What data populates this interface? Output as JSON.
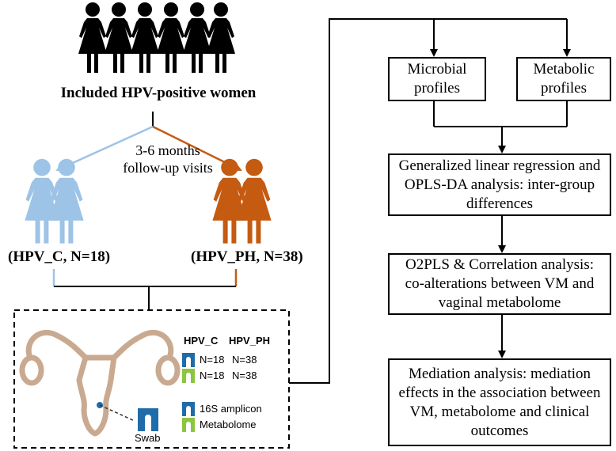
{
  "cohort": {
    "title": "Included HPV-positive women"
  },
  "followup": {
    "line1": "3-6 months",
    "line2": "follow-up visits"
  },
  "groups": {
    "control_label": "(HPV_C, N=18)",
    "persistence_label": "(HPV_PH, N=38)"
  },
  "sampling": {
    "col_c": "HPV_C",
    "col_ph": "HPV_PH",
    "row1": {
      "c": "N=18",
      "ph": "N=38"
    },
    "row2": {
      "c": "N=18",
      "ph": "N=38"
    },
    "legend_16s": "16S amplicon",
    "legend_metabolome": "Metabolome",
    "swab_label": "Swab"
  },
  "flow": {
    "microbial": "Microbial profiles",
    "metabolic": "Metabolic profiles",
    "step1": "Generalized linear regression and OPLS-DA analysis: inter-group differences",
    "step2": "O2PLS & Correlation analysis: co-alterations between VM and vaginal metabolome",
    "step3": "Mediation analysis: mediation effects in the association between VM, metabolome and clinical outcomes"
  },
  "colors": {
    "control": "#9dc3e6",
    "persistence": "#c55a11",
    "swab_blue": "#1f6ca8",
    "swab_green": "#8cc63f",
    "uterus": "#c9aa90"
  }
}
